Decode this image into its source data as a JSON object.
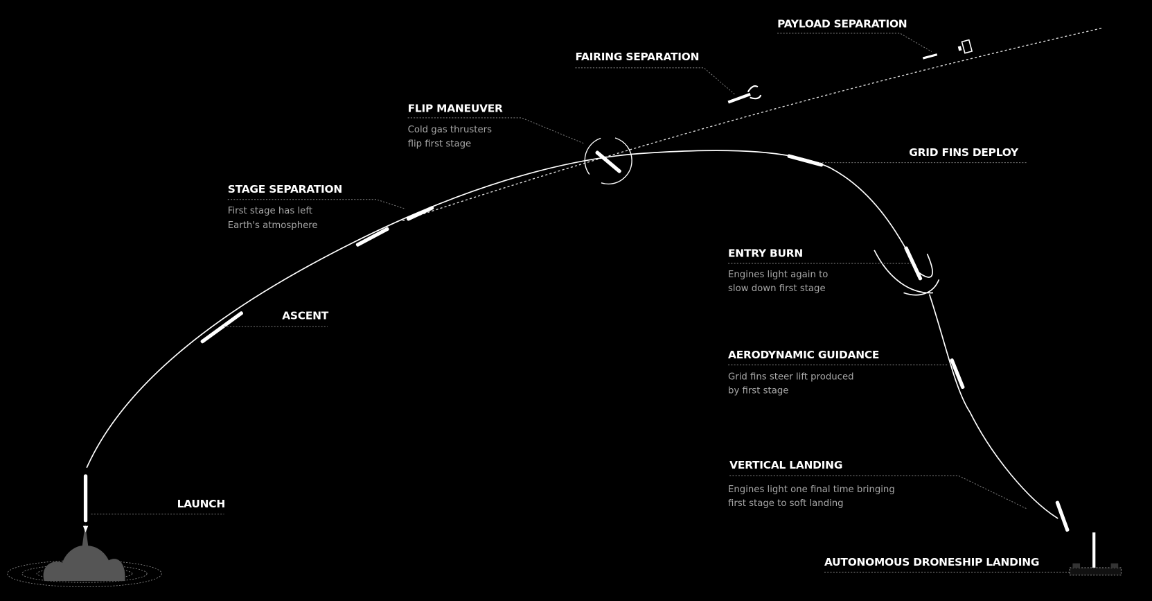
{
  "stages": [
    {
      "id": "payload-separation",
      "title": "PAYLOAD SEPARATION",
      "desc": []
    },
    {
      "id": "fairing-separation",
      "title": "FAIRING SEPARATION",
      "desc": []
    },
    {
      "id": "flip-maneuver",
      "title": "FLIP MANEUVER",
      "desc": [
        "Cold gas thrusters",
        "flip first stage"
      ]
    },
    {
      "id": "stage-separation",
      "title": "STAGE SEPARATION",
      "desc": [
        "First stage has left",
        "Earth's atmosphere"
      ]
    },
    {
      "id": "ascent",
      "title": "ASCENT",
      "desc": []
    },
    {
      "id": "launch",
      "title": "LAUNCH",
      "desc": []
    },
    {
      "id": "grid-fins-deploy",
      "title": "GRID FINS DEPLOY",
      "desc": []
    },
    {
      "id": "entry-burn",
      "title": "ENTRY BURN",
      "desc": [
        "Engines light again to",
        "slow down first stage"
      ]
    },
    {
      "id": "aerodynamic-guidance",
      "title": "AERODYNAMIC GUIDANCE",
      "desc": [
        "Grid fins steer lift produced",
        "by first stage"
      ]
    },
    {
      "id": "vertical-landing",
      "title": "VERTICAL LANDING",
      "desc": [
        "Engines light one final time bringing",
        "first stage to soft landing"
      ]
    },
    {
      "id": "droneship-landing",
      "title": "AUTONOMOUS DRONESHIP LANDING",
      "desc": []
    }
  ],
  "colors": {
    "background": "#000000",
    "text": "#ffffff",
    "description": "#a8a8a8",
    "smoke": "#555555"
  }
}
